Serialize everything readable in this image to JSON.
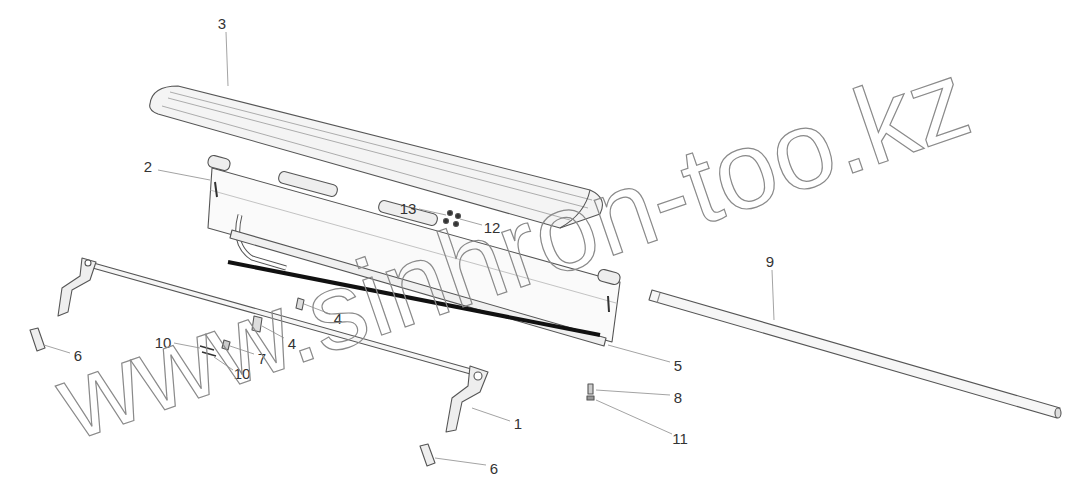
{
  "diagram": {
    "labels": [
      "3",
      "2",
      "13",
      "12",
      "9",
      "4",
      "10",
      "4",
      "7",
      "10",
      "6",
      "5",
      "8",
      "1",
      "11",
      "6",
      "www.sinhron-too.kz"
    ]
  }
}
